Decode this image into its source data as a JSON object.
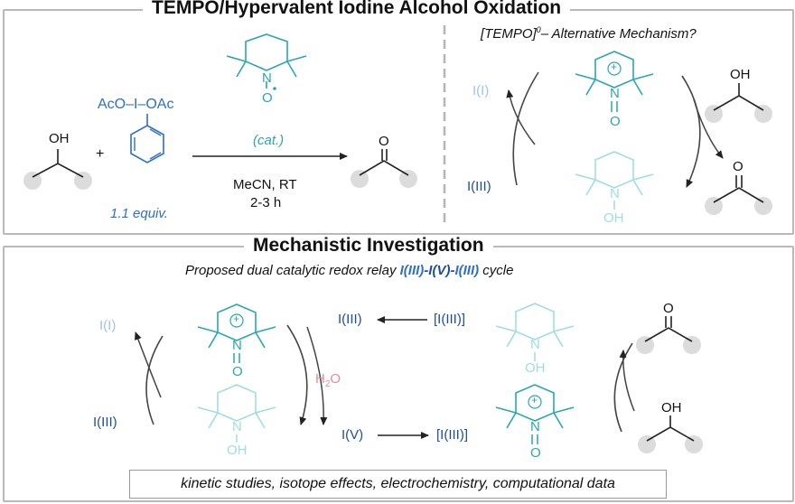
{
  "top": {
    "title": "TEMPO/Hypervalent Iodine Alcohol Oxidation",
    "left": {
      "reagent_top": "AcO–I–OAc",
      "reagent_equiv": "1.1 equiv.",
      "alcohol": "OH",
      "plus": "+",
      "catalyst_label": "(cat.)",
      "tempo_n": "N",
      "tempo_o": "O",
      "product_o": "O",
      "conditions_1": "MeCN, RT",
      "conditions_2": "2-3 h"
    },
    "right": {
      "heading": "[TEMPO]",
      "heading_sup": "0",
      "heading_rest": "– Alternative Mechanism?",
      "i1": "I(I)",
      "i3": "I(III)",
      "oxo_n": "N",
      "oxo_o": "O",
      "oxo_plus": "+",
      "hyd_n": "N",
      "hyd_oh": "OH",
      "alcohol": "OH",
      "product_o": "O"
    }
  },
  "bottom": {
    "title": "Mechanistic Investigation",
    "subtitle_pre": "Proposed dual catalytic redox relay ",
    "subtitle_a": "I(III)",
    "subtitle_b": "-I(V)-",
    "subtitle_c": "I(III)",
    "subtitle_post": " cycle",
    "i1": "I(I)",
    "i3_left": "I(III)",
    "i3_mid": "I(III)",
    "iv": "I(V)",
    "bracket_top": "[I(III)]",
    "bracket_bottom": "[I(III)]",
    "water": "H",
    "water_sub": "2",
    "water_o": "O",
    "oxo_n": "N",
    "oxo_o": "O",
    "oxo_plus": "+",
    "hyd_n": "N",
    "hyd_oh": "OH",
    "right_hyd_n": "N",
    "right_hyd_oh": "OH",
    "right_oxo_n": "N",
    "right_oxo_o": "O",
    "right_oxo_plus": "+",
    "product_o": "O",
    "alcohol": "OH"
  },
  "footer": "kinetic studies, isotope effects, electrochemistry, computational data",
  "colors": {
    "blue": "#2f6fc4",
    "dark_blue": "#1d4e9c",
    "light_blue": "#9fc4ea",
    "teal": "#2aa6b0",
    "light_teal": "#9fdde2",
    "pink": "#e88a9a",
    "grey_ball": "#dcdcdc"
  }
}
